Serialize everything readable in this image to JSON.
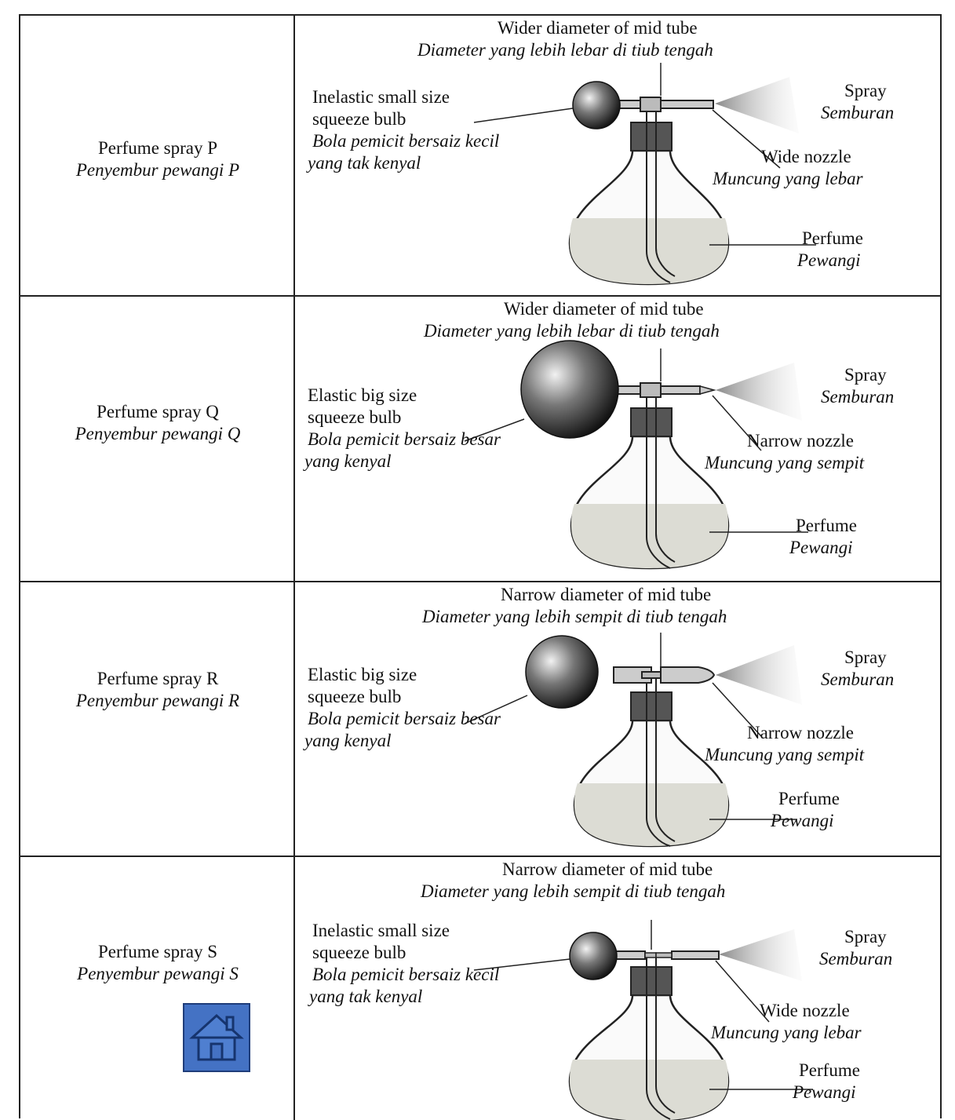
{
  "rows": [
    {
      "label_en": "Perfume spray P",
      "label_ms": "Penyembur pewangi P",
      "tube_en": "Wider diameter of mid tube",
      "tube_ms": "Diameter yang lebih lebar di tiub tengah",
      "bulb_en": [
        "Inelastic small size",
        "squeeze bulb"
      ],
      "bulb_ms": [
        "Bola pemicit bersaiz kecil",
        "yang tak kenyal"
      ],
      "spray_en": "Spray",
      "spray_ms": "Semburan",
      "nozzle_en": "Wide nozzle",
      "nozzle_ms": "Muncung yang lebar",
      "perfume_en": "Perfume",
      "perfume_ms": "Pewangi"
    },
    {
      "label_en": "Perfume spray Q",
      "label_ms": "Penyembur pewangi Q",
      "tube_en": "Wider diameter of mid tube",
      "tube_ms": "Diameter yang lebih lebar di tiub tengah",
      "bulb_en": [
        "Elastic big size",
        "squeeze bulb"
      ],
      "bulb_ms": [
        "Bola pemicit bersaiz besar",
        "yang kenyal"
      ],
      "spray_en": "Spray",
      "spray_ms": "Semburan",
      "nozzle_en": "Narrow nozzle",
      "nozzle_ms": "Muncung yang sempit",
      "perfume_en": "Perfume",
      "perfume_ms": "Pewangi"
    },
    {
      "label_en": "Perfume spray R",
      "label_ms": "Penyembur pewangi R",
      "tube_en": "Narrow diameter of mid tube",
      "tube_ms": "Diameter yang lebih sempit di tiub tengah",
      "bulb_en": [
        "Elastic big size",
        "squeeze bulb"
      ],
      "bulb_ms": [
        "Bola pemicit bersaiz besar",
        "yang kenyal"
      ],
      "spray_en": "Spray",
      "spray_ms": "Semburan",
      "nozzle_en": "Narrow nozzle",
      "nozzle_ms": "Muncung yang sempit",
      "perfume_en": "Perfume",
      "perfume_ms": "Pewangi"
    },
    {
      "label_en": "Perfume spray S",
      "label_ms": "Penyembur pewangi S",
      "tube_en": "Narrow diameter of mid tube",
      "tube_ms": "Diameter yang lebih sempit di tiub tengah",
      "bulb_en": [
        "Inelastic small size",
        "squeeze bulb"
      ],
      "bulb_ms": [
        "Bola pemicit bersaiz kecil",
        "yang tak kenyal"
      ],
      "spray_en": "Spray",
      "spray_ms": "Semburan",
      "nozzle_en": "Wide nozzle",
      "nozzle_ms": "Muncung yang lebar",
      "perfume_en": "Perfume",
      "perfume_ms": "Pewangi"
    }
  ],
  "home_button": {
    "icon": "home-icon",
    "color": "#4472c4"
  }
}
